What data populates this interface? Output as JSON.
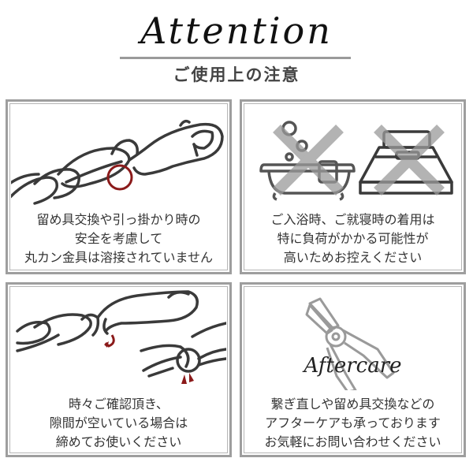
{
  "header": {
    "title": "Attention",
    "subtitle": "ご使用上の注意"
  },
  "panels": [
    {
      "icon": "chain-clasp-jump-ring-icon",
      "lines": [
        "留め具交換や引っ掛かり時の",
        "安全を考慮して",
        "丸カン金具は溶接されていません"
      ]
    },
    {
      "icon": "no-bath-no-bed-icon",
      "lines": [
        "ご入浴時、ご就寝時の着用は",
        "特に負荷がかかる可能性が",
        "高いためお控えください"
      ]
    },
    {
      "icon": "chain-gap-check-icon",
      "lines": [
        "時々ご確認頂き、",
        "隙間が空いている場合は",
        "締めてお使いください"
      ]
    },
    {
      "icon": "pliers-icon",
      "label": "Aftercare",
      "lines": [
        "繋ぎ直しや留め具交換などの",
        "アフターケアも承っております",
        "お気軽にお問い合わせください"
      ]
    }
  ],
  "colors": {
    "accent_red": "#8b1a1a",
    "line_dark": "#3a3a3a",
    "cross_gray": "#a0a0a0",
    "border_gray": "#9e9e9e"
  }
}
